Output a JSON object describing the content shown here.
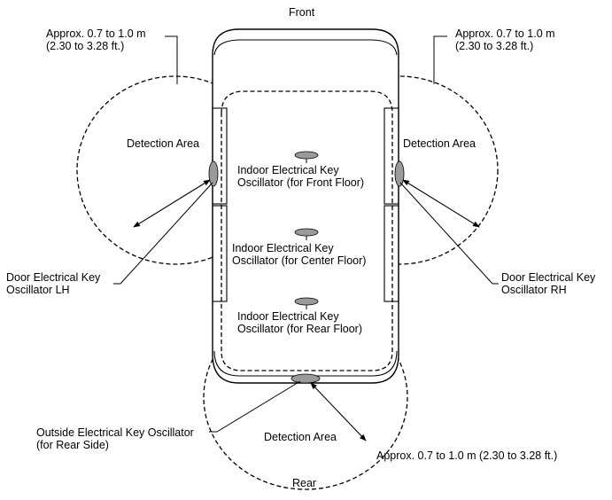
{
  "labels": {
    "front": "Front",
    "rear": "Rear",
    "range_lh": [
      "Approx. 0.7 to 1.0 m",
      "(2.30 to 3.28 ft.)"
    ],
    "range_rh": [
      "Approx. 0.7 to 1.0 m",
      "(2.30 to 3.28 ft.)"
    ],
    "range_rear": "Approx. 0.7 to 1.0 m (2.30 to 3.28 ft.)",
    "detection_lh": "Detection Area",
    "detection_rh": "Detection Area",
    "detection_rear": "Detection Area",
    "indoor_front": [
      "Indoor Electrical Key",
      "Oscillator (for Front Floor)"
    ],
    "indoor_center": [
      "Indoor Electrical Key",
      "Oscillator (for Center Floor)"
    ],
    "indoor_rear": [
      "Indoor Electrical Key",
      "Oscillator (for Rear Floor)"
    ],
    "door_lh": [
      "Door Electrical Key",
      "Oscillator LH"
    ],
    "door_rh": [
      "Door Electrical Key",
      "Oscillator RH"
    ],
    "outside_rear": [
      "Outside Electrical Key Oscillator",
      "(for Rear Side)"
    ]
  },
  "colors": {
    "line": "#000000",
    "oscillator_fill": "#9a9a9a",
    "background": "#ffffff"
  }
}
